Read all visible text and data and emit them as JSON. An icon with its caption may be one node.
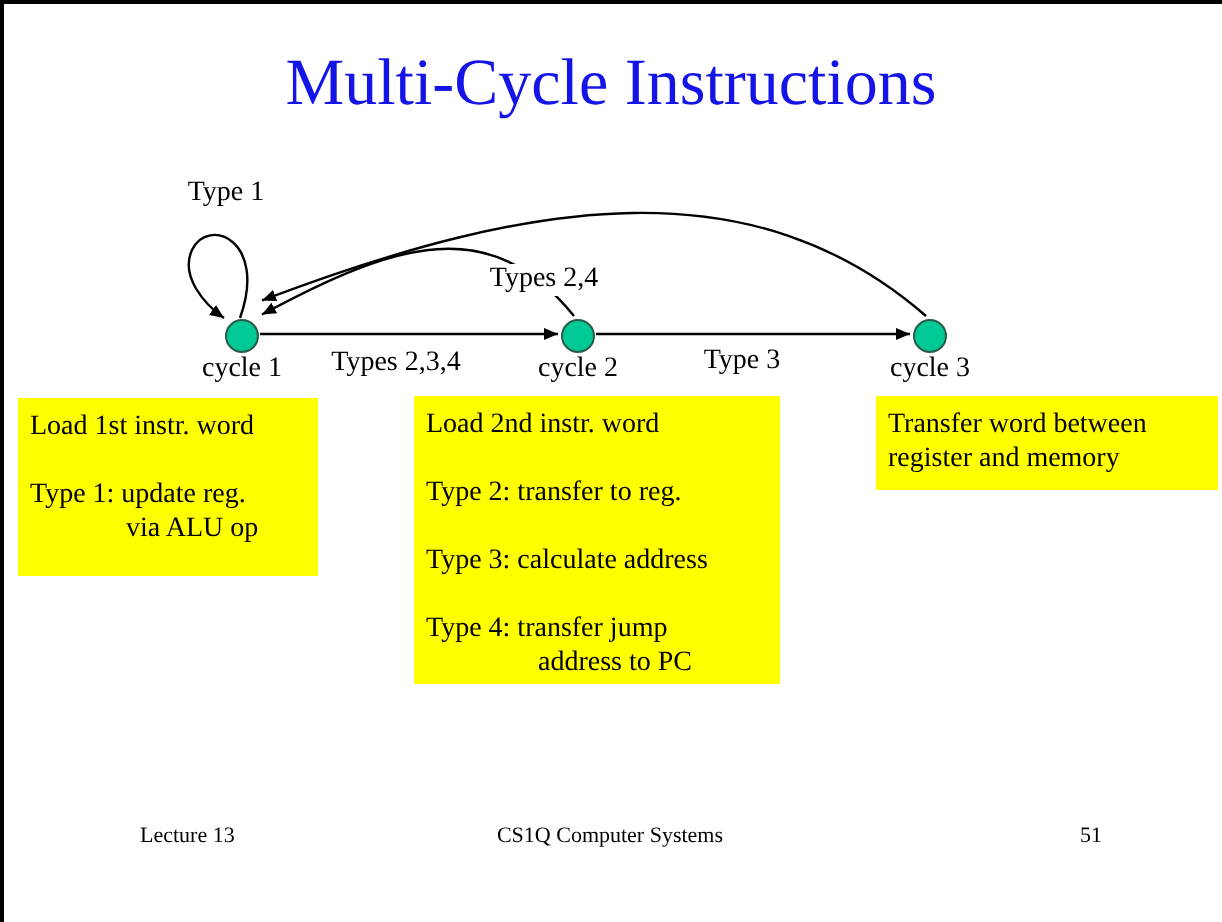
{
  "diagram": {
    "title": "Multi-Cycle Instructions",
    "nodes": [
      {
        "text": [
          "cycle 1"
        ]
      },
      {
        "text": [
          "cycle 2"
        ]
      },
      {
        "text": [
          "cycle 3"
        ]
      },
      {
        "text": [
          "Load 1st instr. word",
          "Type 1: update reg. via ALU op"
        ]
      },
      {
        "text": [
          "Load 2nd instr. word",
          "Type 2: transfer to reg.",
          "Type 3: calculate address",
          "Type 4: transfer jump address to PC"
        ]
      },
      {
        "text": [
          "Transfer word between register and memory"
        ]
      }
    ],
    "edges": [
      {
        "from": 0,
        "to": 0,
        "arrow": "to",
        "label": "Type 1"
      },
      {
        "from": 0,
        "to": 1,
        "arrow": "to",
        "label": "Types 2,3,4"
      },
      {
        "from": 1,
        "to": 0,
        "arrow": "to",
        "label": "Types 2,4"
      },
      {
        "from": 1,
        "to": 2,
        "arrow": "to",
        "label": "Type 3"
      },
      {
        "from": 2,
        "to": 0,
        "arrow": "to"
      }
    ],
    "labels": [
      "Lecture 13",
      "CS1Q Computer Systems",
      "51"
    ]
  }
}
